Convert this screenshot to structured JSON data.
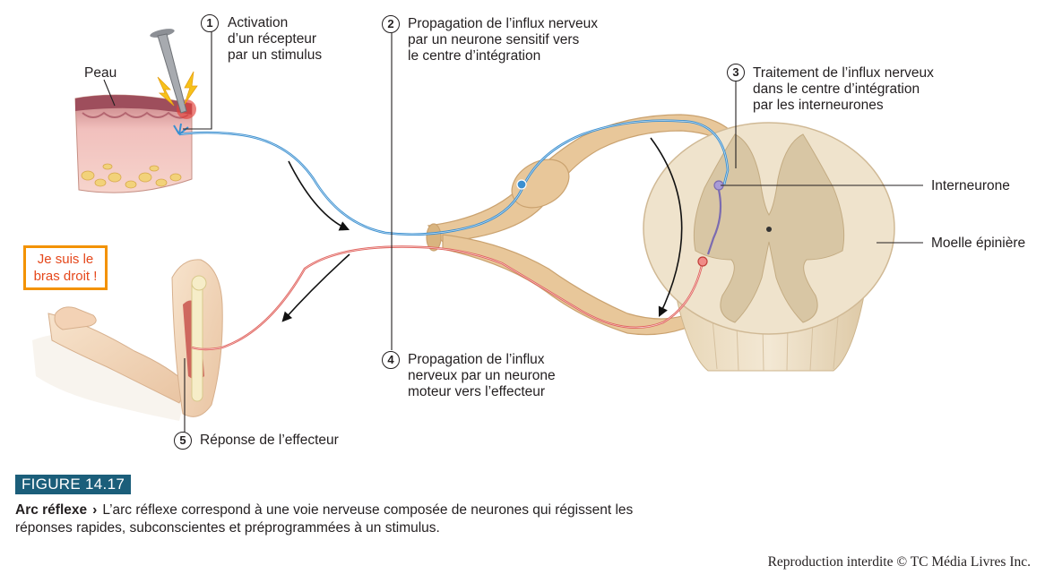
{
  "labels": {
    "peau": "Peau",
    "interneurone": "Interneurone",
    "moelle": "Moelle épinière"
  },
  "steps": [
    {
      "number": "1",
      "text": "Activation\nd’un récepteur\npar un stimulus"
    },
    {
      "number": "2",
      "text": "Propagation de l’influx nerveux\npar un neurone sensitif vers\nle centre d’intégration"
    },
    {
      "number": "3",
      "text": "Traitement de l’influx nerveux\ndans le centre d’intégration\npar les interneurones"
    },
    {
      "number": "4",
      "text": "Propagation de l’influx\nnerveux par un neurone\nmoteur vers l’effecteur"
    },
    {
      "number": "5",
      "text": "Réponse de l’effecteur"
    }
  ],
  "callout": "Je suis le\nbras droit !",
  "figure": {
    "tag": "FIGURE 14.17",
    "title": "Arc réflexe",
    "separator": "›",
    "caption": "L’arc réflexe correspond à une voie nerveuse composée de neurones qui régissent les réponses rapides, subconscientes et préprogrammées à un stimulus."
  },
  "credit": "Reproduction interdite © TC Média Livres Inc.",
  "colors": {
    "sensory_neuron": "#3a8fd0",
    "motor_neuron": "#e0615c",
    "interneuron": "#7b6bb0",
    "nerve": "#e8c79a",
    "grey_matter": "#d8c6a4",
    "white_matter": "#efe3cc",
    "callout_border": "#f39200",
    "figure_tag": "#1b5e7a"
  }
}
